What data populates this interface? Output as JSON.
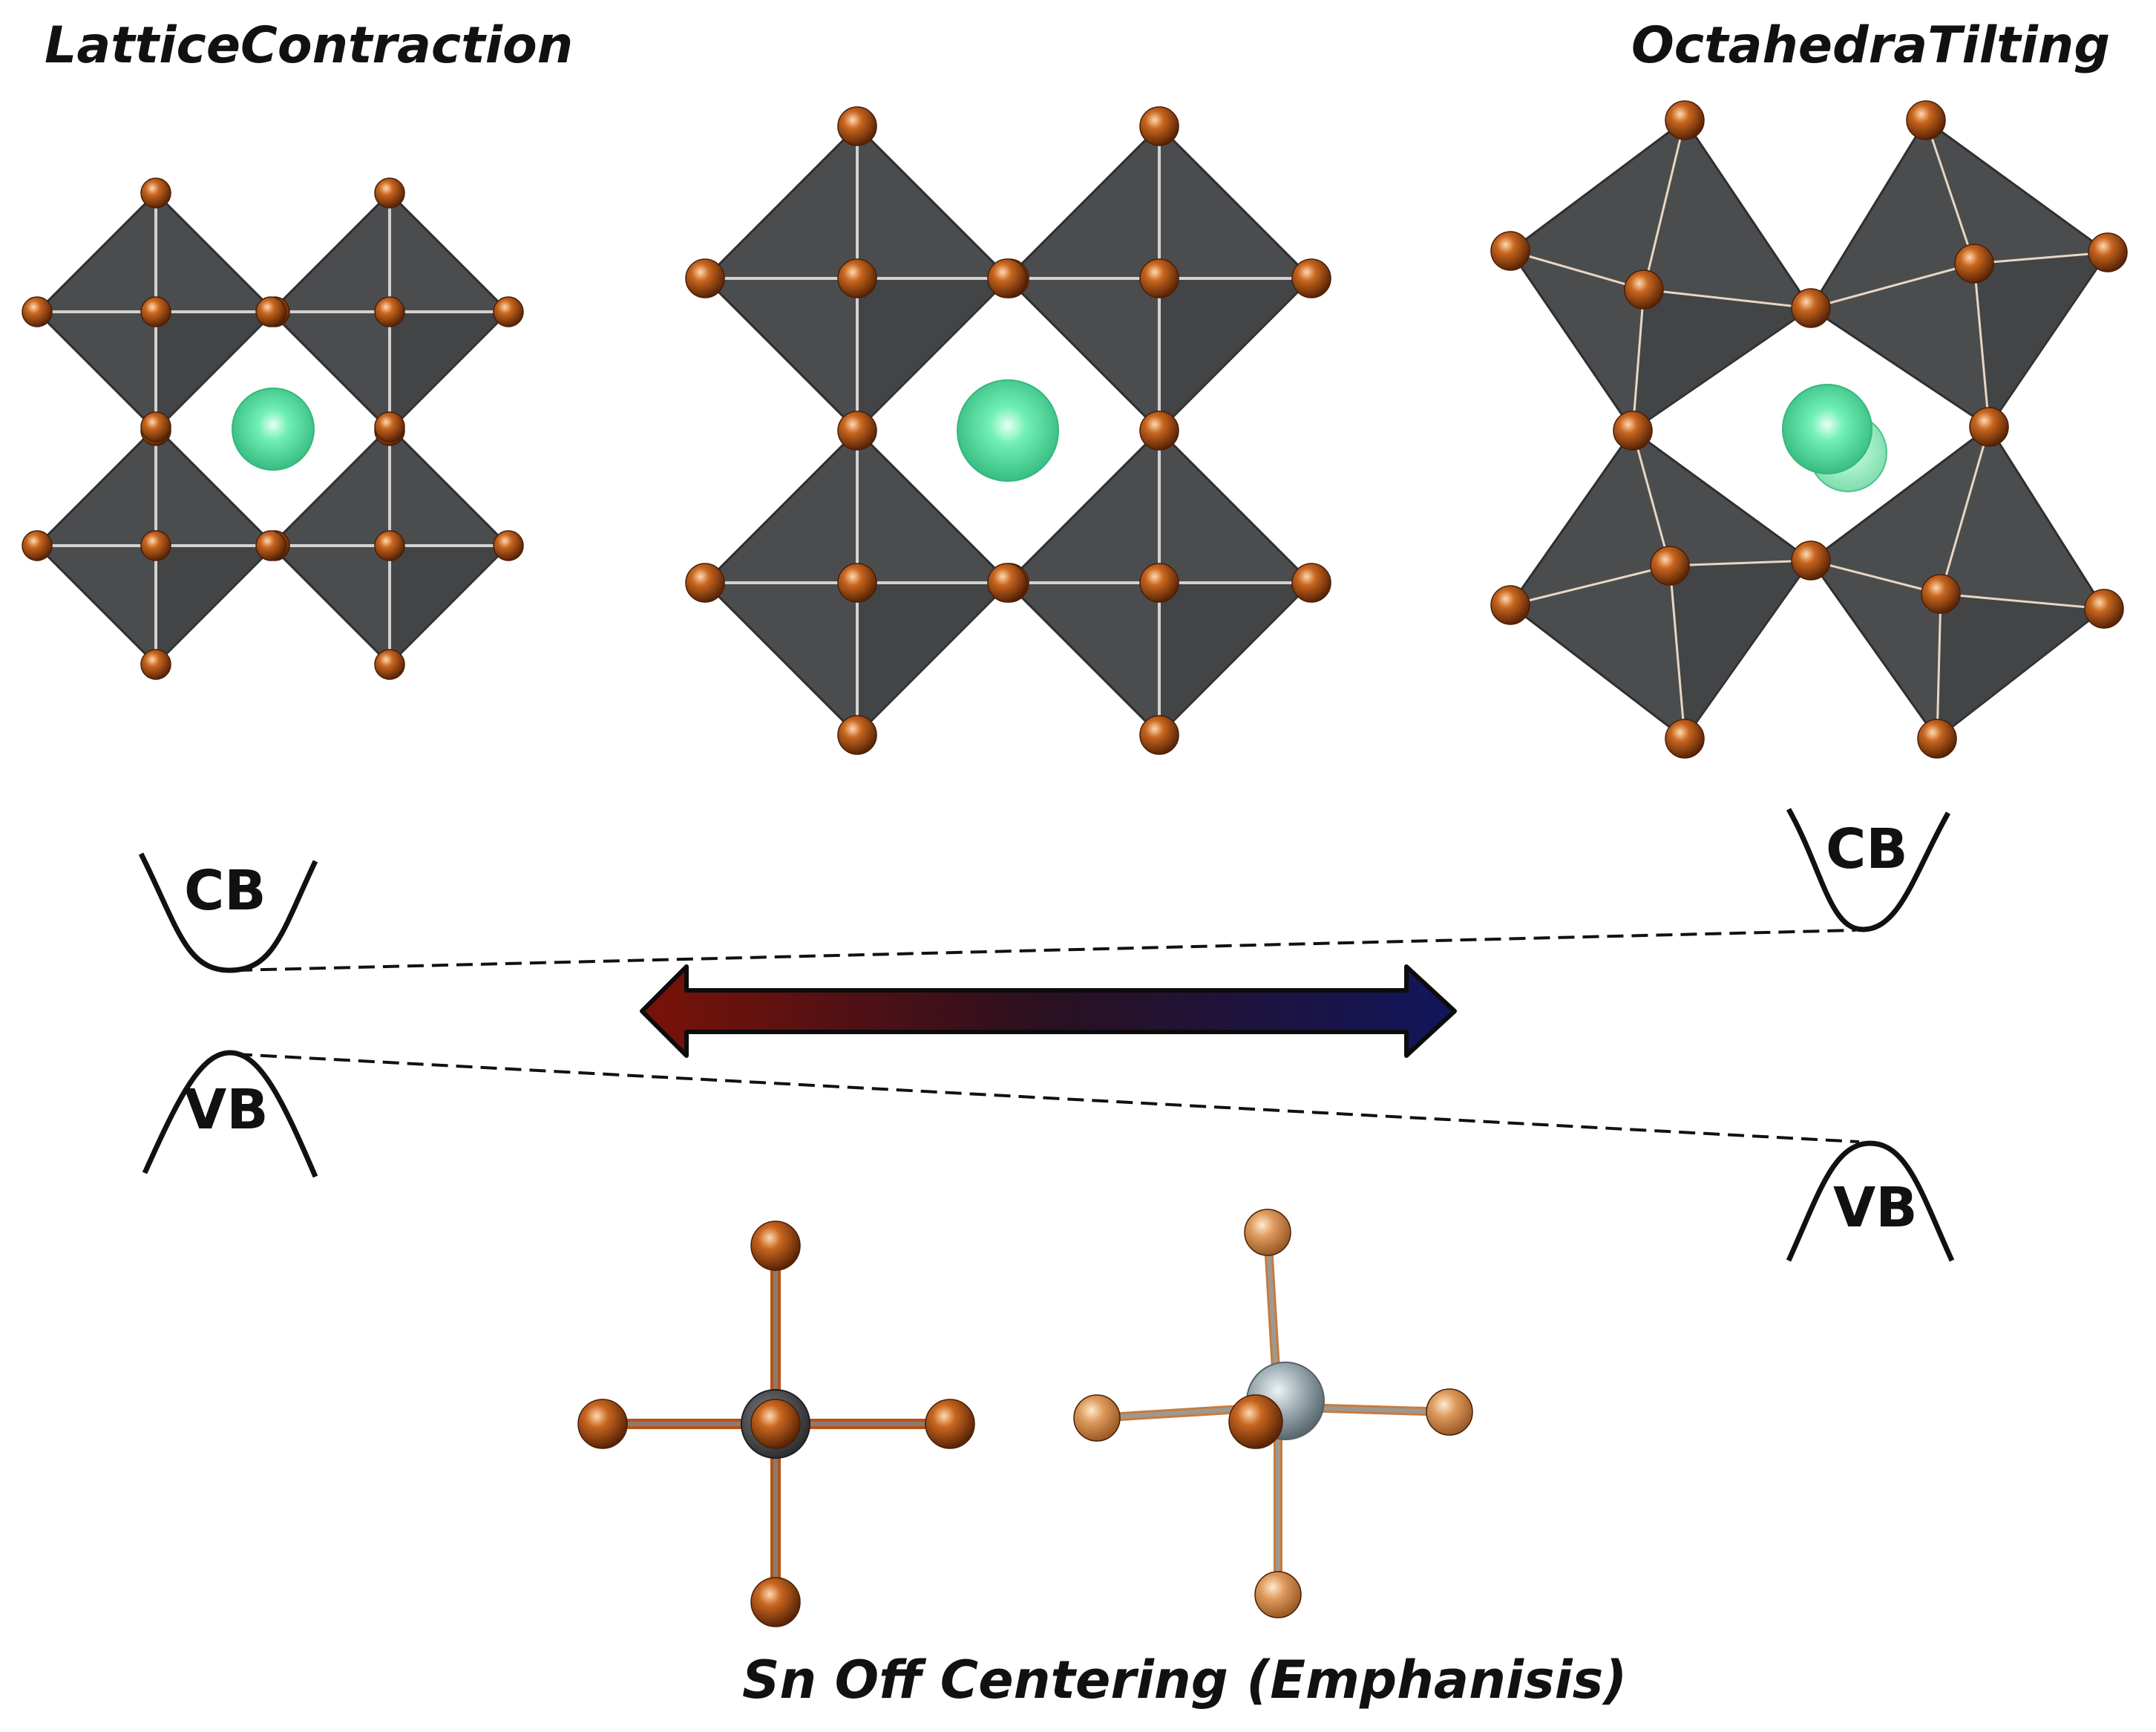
{
  "labels": {
    "left_title": "LatticeContraction",
    "right_title": "OctahedraTilting",
    "bottom_title": "Sn Off Centering (Emphanisis)"
  },
  "bands": {
    "left_cb": "CB",
    "left_vb": "VB",
    "right_cb": "CB",
    "right_vb": "VB"
  },
  "colors": {
    "octahedron_fill": "#4b4c4e",
    "halide_atom": "#b4531a",
    "halide_atom_light": "#d89052",
    "a_site_atom": "#5fe6a6",
    "sn_atom": "#8e9ca2",
    "arrow_left": "#7a1208",
    "arrow_right": "#11165c",
    "text": "#111111"
  }
}
